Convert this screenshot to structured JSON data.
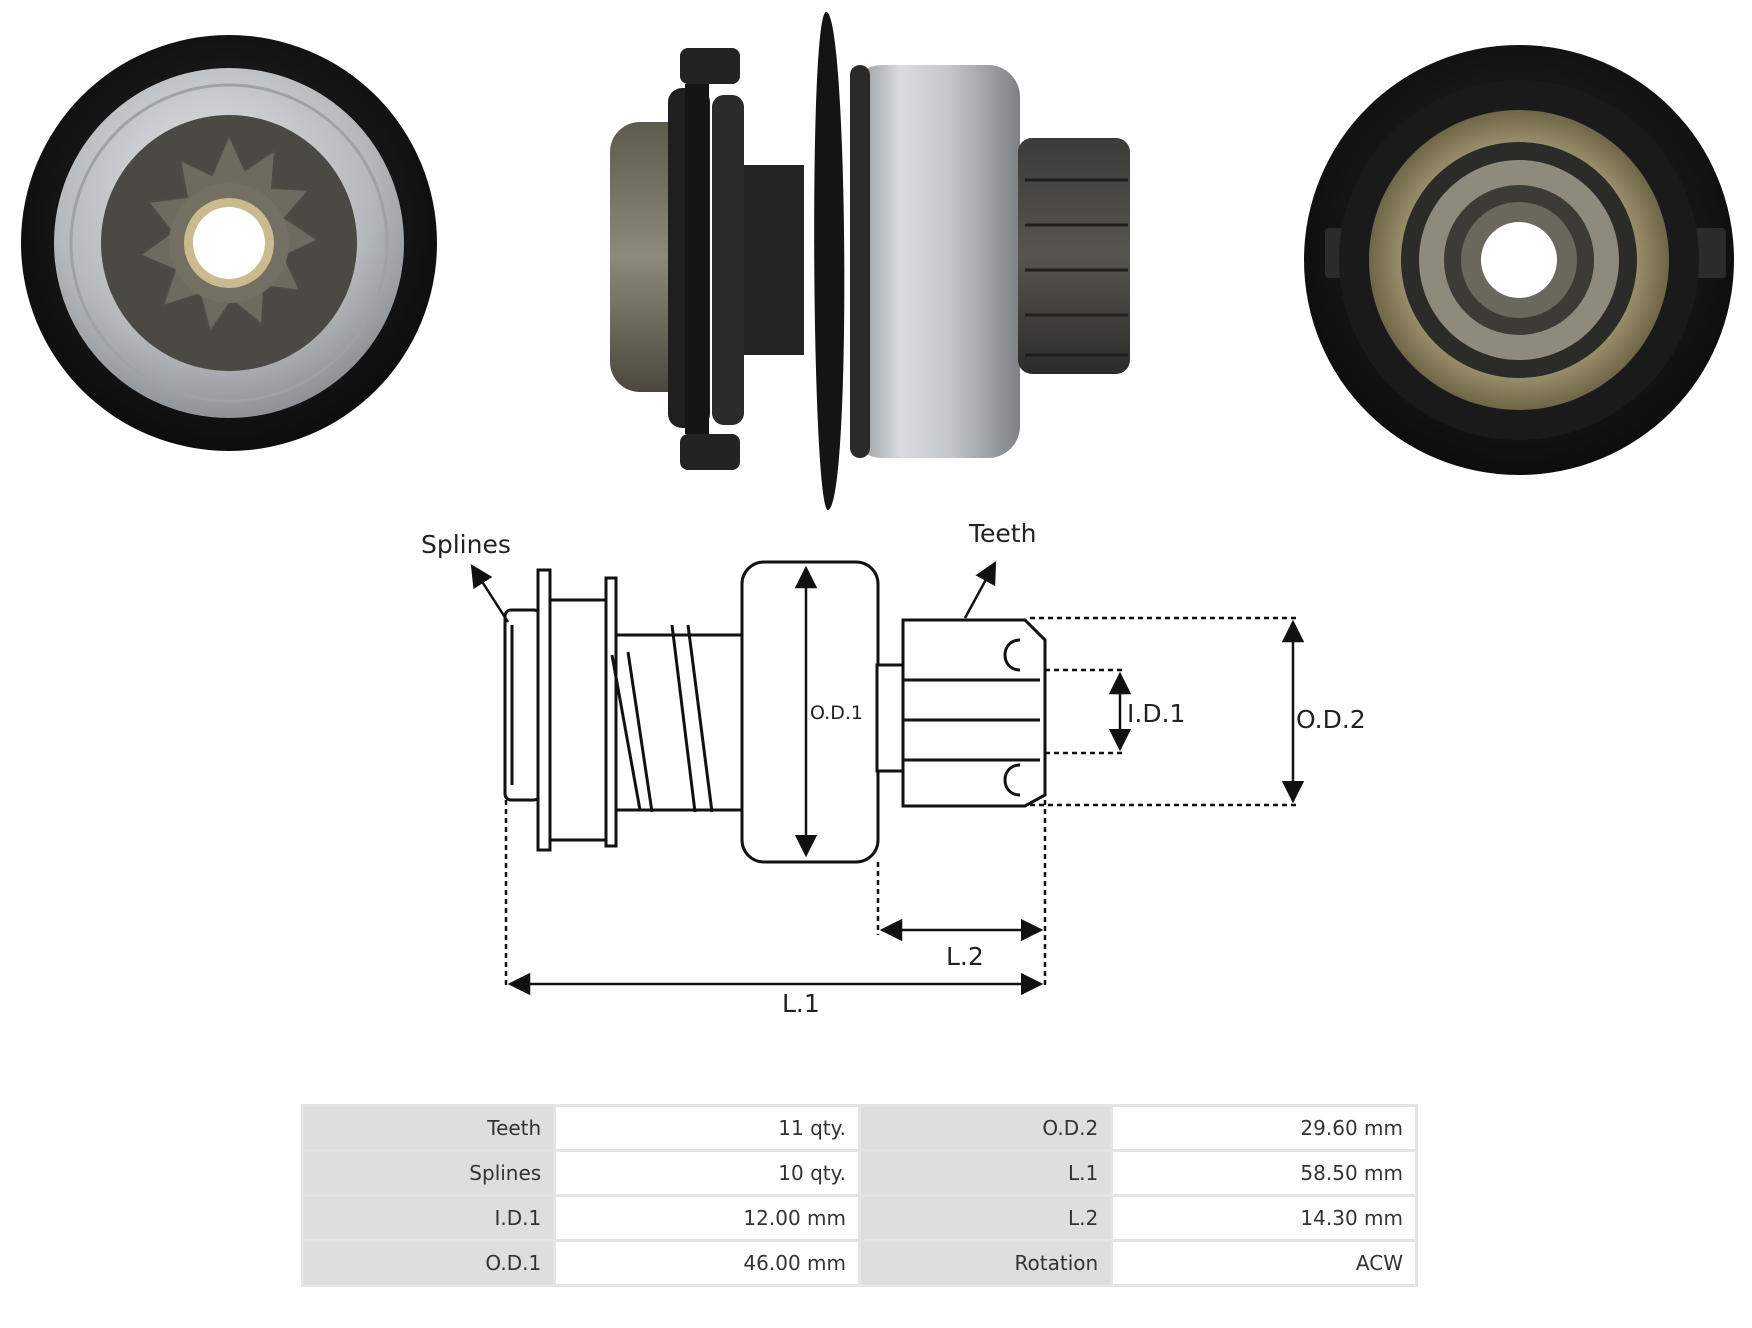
{
  "diagram": {
    "labels": {
      "splines": "Splines",
      "teeth": "Teeth",
      "od1": "O.D.1",
      "od2": "O.D.2",
      "id1": "I.D.1",
      "l1": "L.1",
      "l2": "L.2"
    }
  },
  "specs": {
    "rows": [
      [
        {
          "label": "Teeth",
          "value": "11 qty."
        },
        {
          "label": "O.D.2",
          "value": "29.60 mm"
        }
      ],
      [
        {
          "label": "Splines",
          "value": "10 qty."
        },
        {
          "label": "L.1",
          "value": "58.50 mm"
        }
      ],
      [
        {
          "label": "I.D.1",
          "value": "12.00 mm"
        },
        {
          "label": "L.2",
          "value": "14.30 mm"
        }
      ],
      [
        {
          "label": "O.D.1",
          "value": "46.00 mm"
        },
        {
          "label": "Rotation",
          "value": "ACW"
        }
      ]
    ]
  },
  "colors": {
    "rubber": "#1c1c1c",
    "steel": "#b8bcbf",
    "gear": "#6d6a60",
    "brass": "#a99d77"
  }
}
